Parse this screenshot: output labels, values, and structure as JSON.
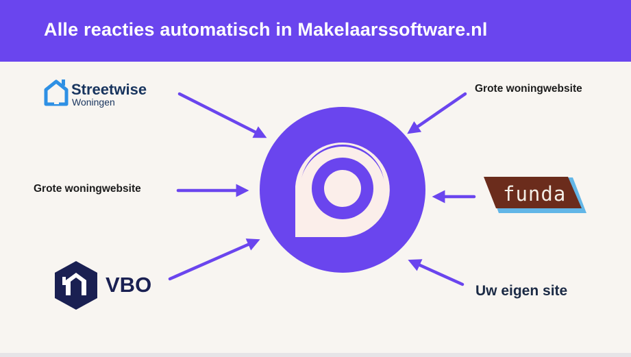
{
  "header": {
    "title": "Alle reacties automatisch in Makelaarssoftware.nl"
  },
  "colors": {
    "header_bg": "#6a45ee",
    "background": "#f8f5f1",
    "accent_purple": "#6a45ee",
    "arrow": "#6a45ee",
    "logo_mark": "#fbeeea",
    "funda_brown": "#6b2c1c",
    "funda_blue": "#62b6e7",
    "streetwise_blue": "#2e90e4",
    "streetwise_navy": "#18345e",
    "vbo_navy": "#1a2052"
  },
  "center": {
    "icon": "makelaarssoftware-logo-icon"
  },
  "sources": {
    "streetwise": {
      "name": "Streetwise",
      "subtitle": "Woningen",
      "icon": "streetwise-house-icon"
    },
    "top_right": {
      "label": "Grote woningwebsite"
    },
    "left": {
      "label": "Grote woningwebsite"
    },
    "funda": {
      "name": "funda",
      "icon": "funda-logo"
    },
    "vbo": {
      "name": "VBO",
      "icon": "vbo-house-icon"
    },
    "own_site": {
      "label": "Uw eigen site"
    }
  }
}
